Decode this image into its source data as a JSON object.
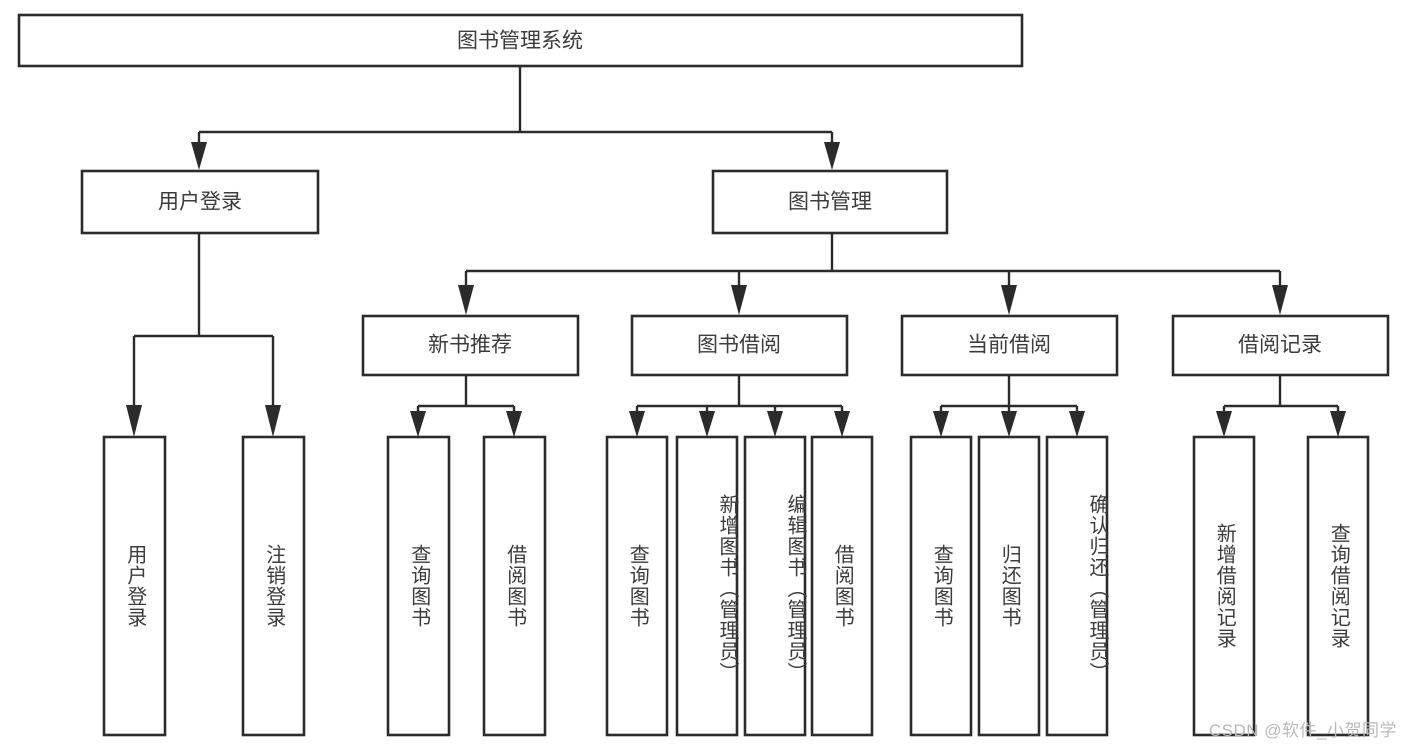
{
  "diagram": {
    "title": "图书管理系统",
    "type": "tree-flowchart",
    "root": {
      "label": "图书管理系统"
    },
    "level2": [
      {
        "label": "用户登录"
      },
      {
        "label": "图书管理"
      }
    ],
    "level3": [
      {
        "label": "新书推荐"
      },
      {
        "label": "图书借阅"
      },
      {
        "label": "当前借阅"
      },
      {
        "label": "借阅记录"
      }
    ],
    "leaves_user_login": [
      {
        "label": "用户登录"
      },
      {
        "label": "注销登录"
      }
    ],
    "leaves_new_book": [
      {
        "label": "查询图书"
      },
      {
        "label": "借阅图书"
      }
    ],
    "leaves_borrow": [
      {
        "label": "查询图书"
      },
      {
        "label": "新增图书（管理员）"
      },
      {
        "label": "编辑图书（管理员）"
      },
      {
        "label": "借阅图书"
      }
    ],
    "leaves_current": [
      {
        "label": "查询图书"
      },
      {
        "label": "归还图书"
      },
      {
        "label": "确认归还（管理员）"
      }
    ],
    "leaves_record": [
      {
        "label": "新增借阅记录"
      },
      {
        "label": "查询借阅记录"
      }
    ]
  },
  "watermark": {
    "text": "CSDN @软件_小贺同学"
  },
  "colors": {
    "box_stroke": "#2b2b2b",
    "box_fill": "#ffffff",
    "text": "#3c3c3c",
    "watermark": "#b9b9b9",
    "background": "#ffffff"
  }
}
